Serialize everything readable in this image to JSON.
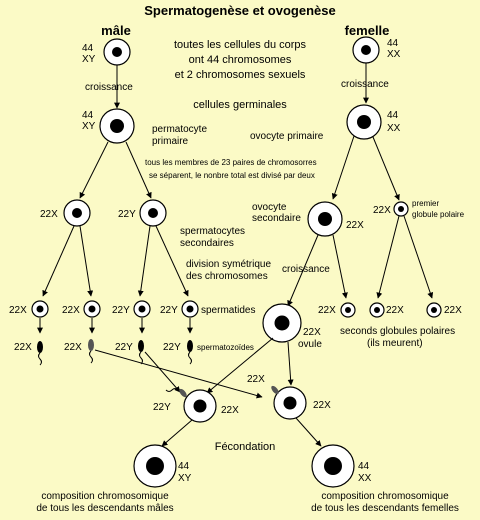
{
  "title": "Spermatogenèse et ovogenèse",
  "male_header": "mâle",
  "female_header": "femelle",
  "intro_lines": [
    "toutes les cellules du corps",
    "ont 44 chromosomes",
    "et 2 chromosomes sexuels"
  ],
  "germ_cells_label": "cellules germinales",
  "croissance_left": "croissance",
  "croissance_right": "croissance",
  "croissance_mid": "croissance",
  "karyotype": {
    "male_top": [
      "44",
      "XY"
    ],
    "female_top": [
      "44",
      "XX"
    ],
    "male_germ": [
      "44",
      "XY"
    ],
    "female_germ": [
      "44",
      "XX"
    ],
    "bottom_male": [
      "44",
      "XY"
    ],
    "bottom_female": [
      "44",
      "XX"
    ]
  },
  "spermatocyte_primaire": [
    "permatocyte",
    "primaire"
  ],
  "ovocyte_primaire": "ovocyte primaire",
  "separation_note": [
    "tous les membres de 23 paires de chromosorres",
    "se séparent, le nonbre total est divisé par deux"
  ],
  "spermatocytes_secondaires": [
    "spermatocytes",
    "secondaires"
  ],
  "ovocyte_secondaire": [
    "ovocyte",
    "secondaire"
  ],
  "premier_globule": [
    "premier",
    "globule polaire"
  ],
  "division_note": [
    "division symétrique",
    "des chromosomes"
  ],
  "spermatides": "spermatides",
  "spermatozoides": "spermatozoïdes",
  "seconds_globules": [
    "seconds globules polaires",
    "(ils meurent)"
  ],
  "ovule_label": "ovule",
  "fecondation": "Fécondation",
  "composition_male": [
    "composition chromosomique",
    "de tous les descendants mâles"
  ],
  "composition_female": [
    "composition chromosomique",
    "de tous les descendants femelles"
  ],
  "chromosome_labels": {
    "x22": "22X",
    "y22": "22Y"
  }
}
